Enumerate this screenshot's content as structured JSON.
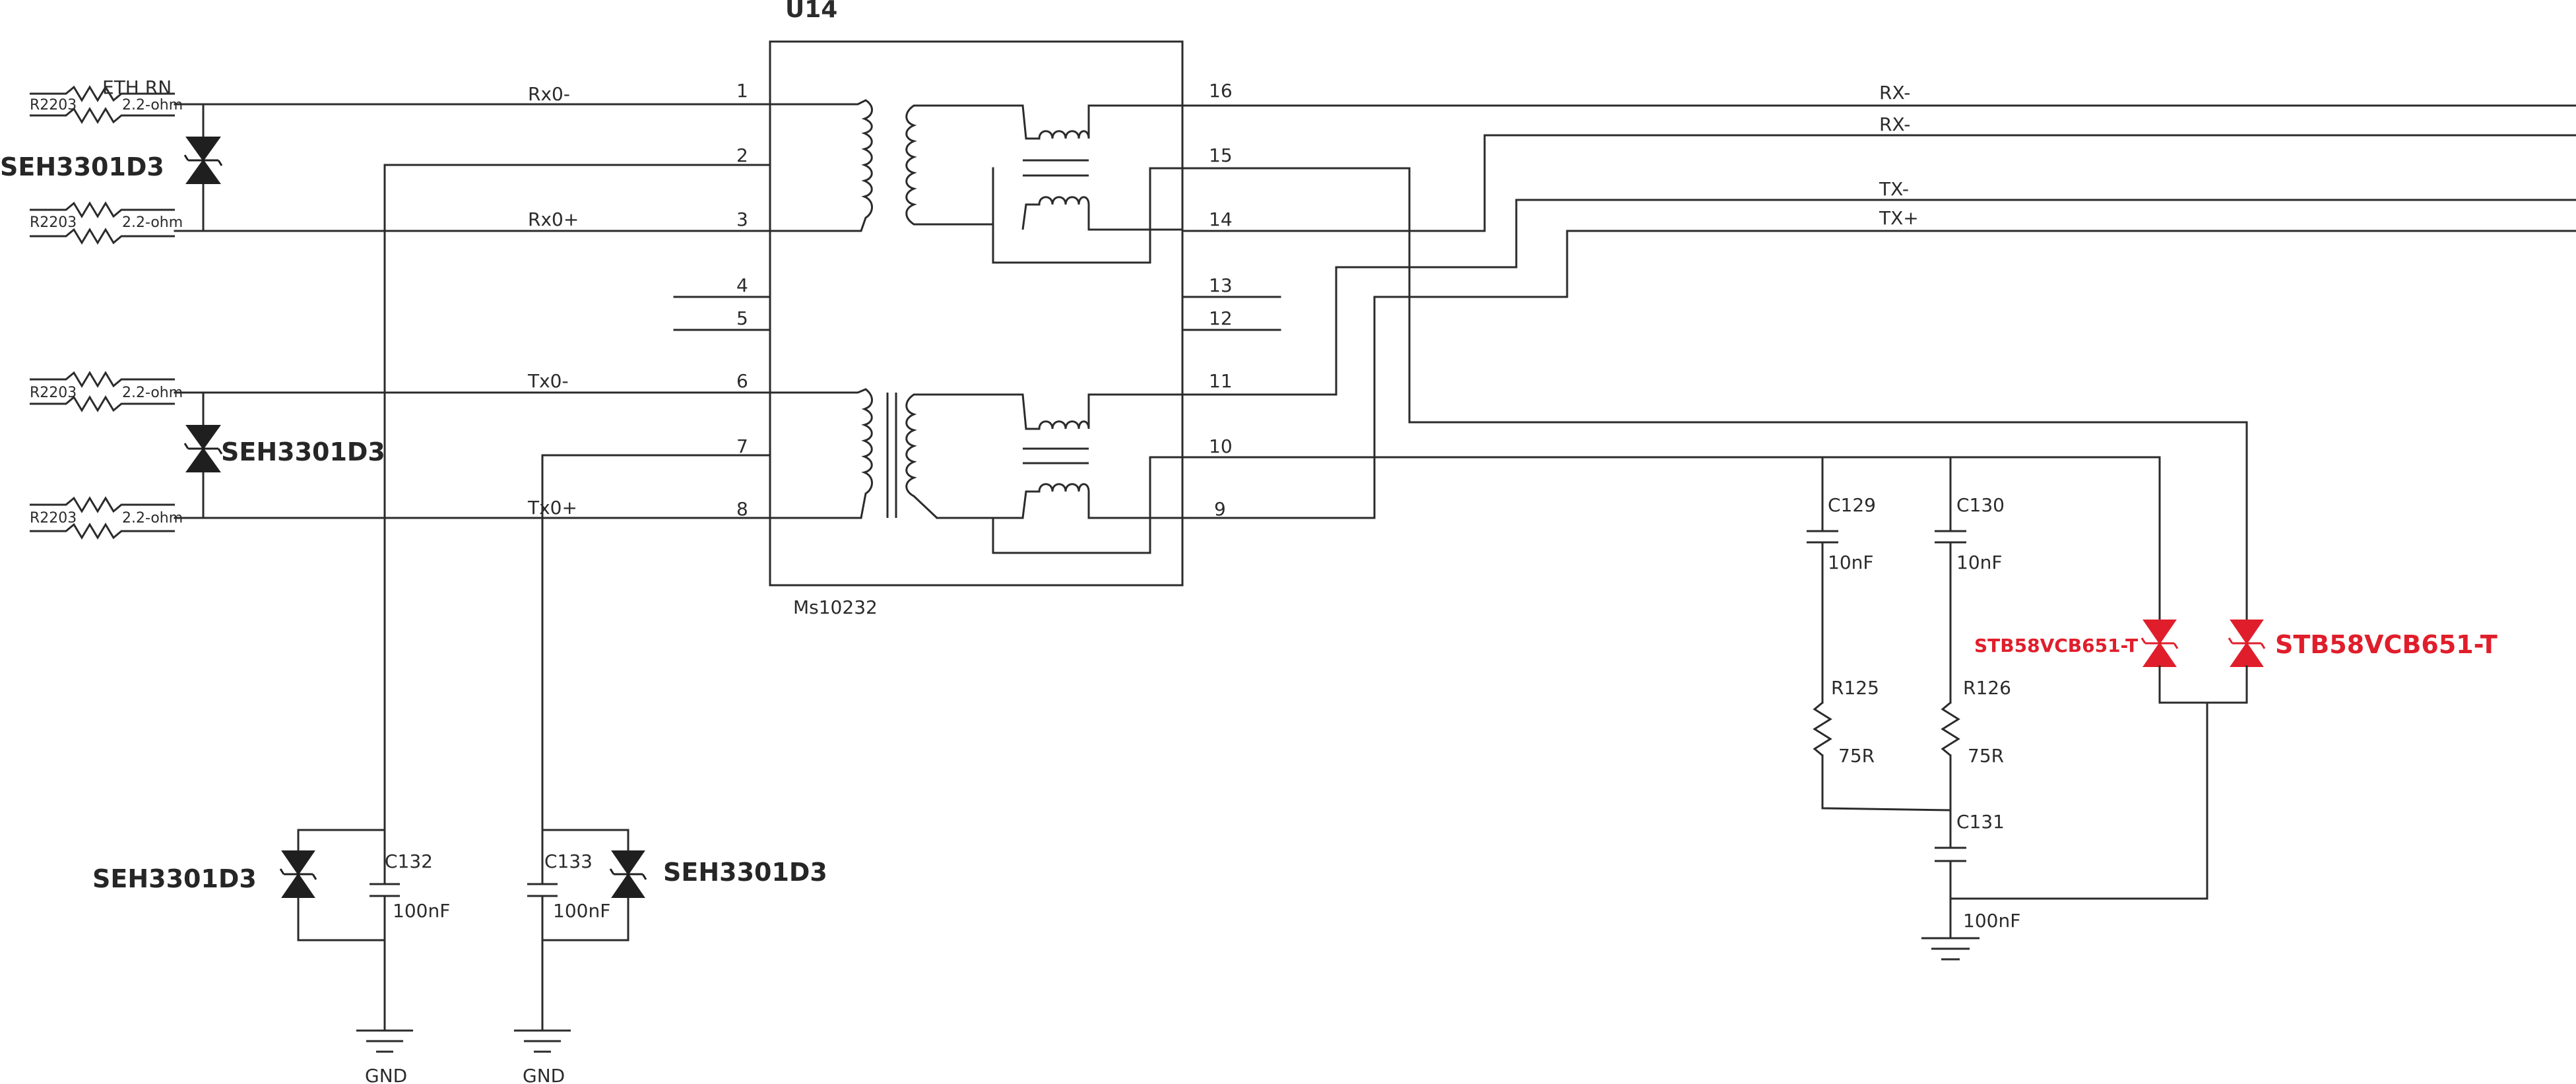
{
  "component": {
    "ref": "U14",
    "part": "Ms10232"
  },
  "pins": {
    "p1": "1",
    "p2": "2",
    "p3": "3",
    "p4": "4",
    "p5": "5",
    "p6": "6",
    "p7": "7",
    "p8": "8",
    "p9": "9",
    "p10": "10",
    "p11": "11",
    "p12": "12",
    "p13": "13",
    "p14": "14",
    "p15": "15",
    "p16": "16"
  },
  "nets": {
    "rx0_minus": "Rx0-",
    "rx0_plus": "Rx0+",
    "tx0_minus": "Tx0-",
    "tx0_plus": "Tx0+",
    "rx_minus_1": "RX-",
    "rx_minus_2": "RX-",
    "tx_minus": "TX-",
    "tx_plus": "TX+",
    "eth_rn": "ETH RN",
    "gnd_1": "GND",
    "gnd_2": "GND"
  },
  "resistor_arrays": {
    "part": "R2203",
    "value": "2.2-ohm"
  },
  "tvs": {
    "seh_name": "SEH3301D3",
    "stb_name": "STB58VCB651-T"
  },
  "caps": {
    "c129": {
      "ref": "C129",
      "value": "10nF"
    },
    "c130": {
      "ref": "C130",
      "value": "10nF"
    },
    "c131": {
      "ref": "C131",
      "value": "100nF"
    },
    "c132": {
      "ref": "C132",
      "value": "100nF"
    },
    "c133": {
      "ref": "C133",
      "value": "100nF"
    }
  },
  "resistors": {
    "r125": {
      "ref": "R125",
      "value": "75R"
    },
    "r126": {
      "ref": "R126",
      "value": "75R"
    }
  },
  "colors": {
    "wire": "#2b2b2b",
    "tvs_black": "#1f1f1f",
    "tvs_red": "#e01e2b"
  }
}
